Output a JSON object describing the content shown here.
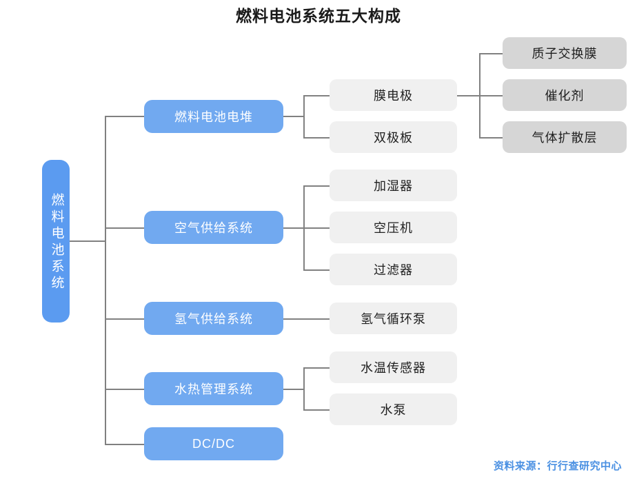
{
  "title": "燃料电池系统五大构成",
  "source_note": "资料来源：行行查研究中心",
  "colors": {
    "root_fill": "#5b9bf0",
    "level2_fill": "#71a9f0",
    "level3_fill": "#f0f0f0",
    "level4_fill": "#d6d6d6",
    "connector": "#808080",
    "title_text": "#1a1a1a",
    "source_text": "#4a90e2",
    "light_text": "#ffffff",
    "dark_text": "#1f1f1f"
  },
  "root": {
    "label": "燃料电池系统"
  },
  "branches": [
    {
      "label": "燃料电池电堆",
      "children": [
        {
          "label": "膜电极",
          "children": [
            {
              "label": "质子交换膜"
            },
            {
              "label": "催化剂"
            },
            {
              "label": "气体扩散层"
            }
          ]
        },
        {
          "label": "双极板",
          "children": []
        }
      ]
    },
    {
      "label": "空气供给系统",
      "children": [
        {
          "label": "加湿器",
          "children": []
        },
        {
          "label": "空压机",
          "children": []
        },
        {
          "label": "过滤器",
          "children": []
        }
      ]
    },
    {
      "label": "氢气供给系统",
      "children": [
        {
          "label": "氢气循环泵",
          "children": []
        }
      ]
    },
    {
      "label": "水热管理系统",
      "children": [
        {
          "label": "水温传感器",
          "children": []
        },
        {
          "label": "水泵",
          "children": []
        }
      ]
    },
    {
      "label": "DC/DC",
      "children": []
    }
  ]
}
